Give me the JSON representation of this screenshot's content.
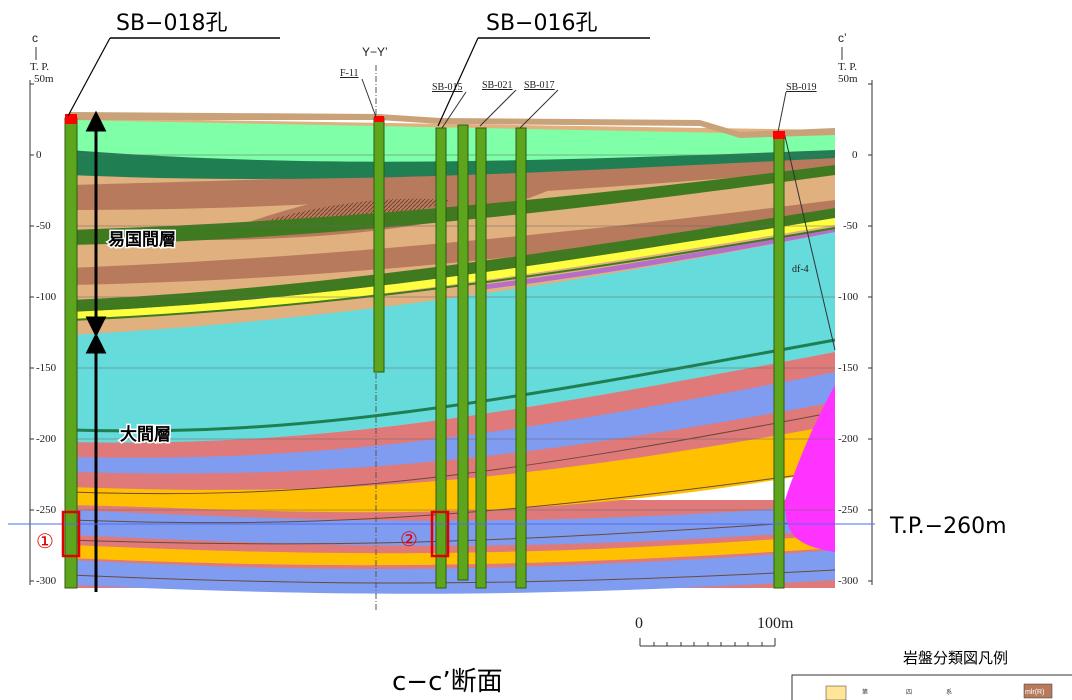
{
  "title": "c−c’断面",
  "left_marker": "c",
  "right_marker": "c’",
  "tp_label_left": "T. P.",
  "tp_label_right": "T. P.",
  "crossline": "Y−Y’",
  "boreholes": {
    "main1": "SB−018孔",
    "main2": "SB−016孔",
    "f11": "F-11",
    "sb015": "SB-015",
    "sb021": "SB-021",
    "sb017": "SB-017",
    "sb019": "SB-019"
  },
  "depth_ticks_left": [
    "50m",
    "0",
    "-50",
    "-100",
    "-150",
    "-200",
    "-250",
    "-300"
  ],
  "depth_ticks_right": [
    "50m",
    "0",
    "-50",
    "-100",
    "-150",
    "-200",
    "-250",
    "-300"
  ],
  "layers": {
    "upper": "易国間層",
    "lower": "大間層"
  },
  "fault": "df-4",
  "level_line": "T.P.−260m",
  "sample_markers": [
    "①",
    "②"
  ],
  "scale": {
    "start": "0",
    "end": "100m"
  },
  "legend_title": "岩盤分類図凡例",
  "legend_code": "mlr(R)",
  "colors": {
    "cyan": "#66dbdb",
    "green_stick": "#5ea51e",
    "dark_green": "#1f7f52",
    "light_green": "#7fffa8",
    "tan": "#e0b07e",
    "brown": "#b87a5c",
    "pink": "#e07a7a",
    "blue": "#7f9cf0",
    "orange": "#ffc000",
    "yellow": "#ffff40",
    "magenta": "#ff33ff",
    "red": "#ff0000"
  }
}
